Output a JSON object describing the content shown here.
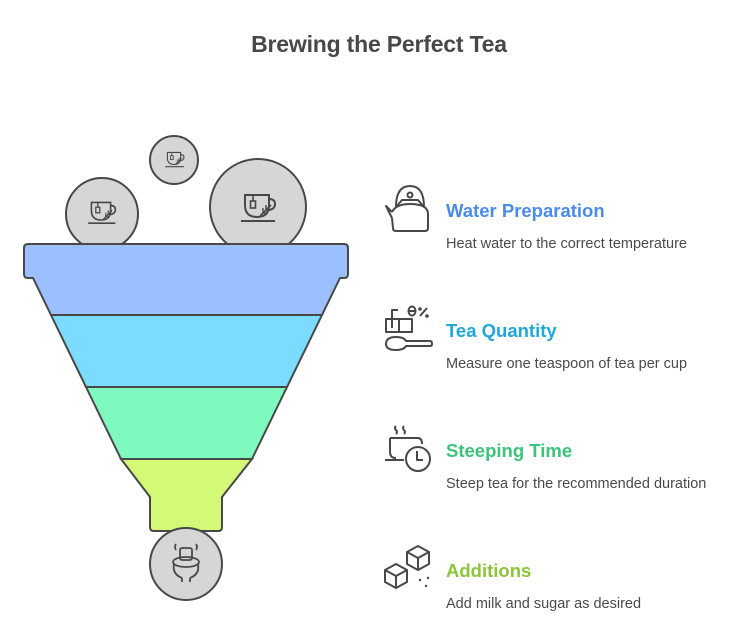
{
  "title": "Brewing the Perfect Tea",
  "colors": {
    "outline": "#484848",
    "circle_fill": "#d6d6d6",
    "band_1": "#9bbfff",
    "band_2": "#7bdcff",
    "band_3": "#7ffabf",
    "band_4": "#d3f977"
  },
  "funnel": {
    "input_icons": [
      "tea-cup-icon",
      "tea-cup-icon",
      "tea-cup-icon"
    ],
    "output_icon": "teapot-steam-icon"
  },
  "steps": [
    {
      "heading": "Water Preparation",
      "description": "Heat water to the correct temperature",
      "color": "#4a8ae8",
      "icon": "kettle-icon"
    },
    {
      "heading": "Tea Quantity",
      "description": "Measure one teaspoon of tea per cup",
      "color": "#1fa8d8",
      "icon": "measuring-spoon-icon"
    },
    {
      "heading": "Steeping Time",
      "description": "Steep tea for the recommended duration",
      "color": "#3cc47c",
      "icon": "cup-timer-icon"
    },
    {
      "heading": "Additions",
      "description": "Add milk and sugar as desired",
      "color": "#8cc43a",
      "icon": "sugar-cubes-icon"
    }
  ]
}
